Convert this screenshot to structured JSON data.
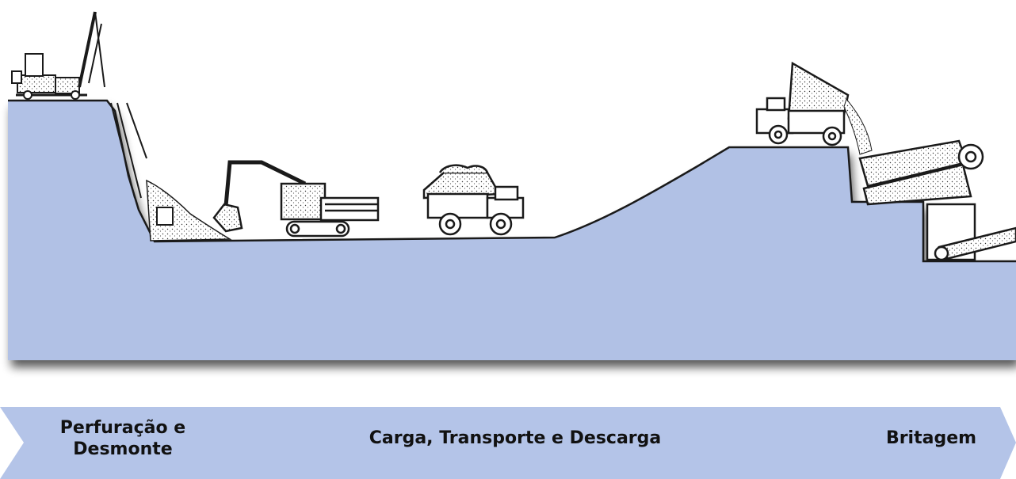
{
  "colors": {
    "ground": "#b1c1e5",
    "ground_shadow": "#4a4a4a",
    "banner": "#b4c4e8",
    "outline": "#1a1a1a",
    "text": "#111111"
  },
  "icons": [
    "drill-rig-icon",
    "blast-hole-icon",
    "hydraulic-excavator-icon",
    "loaded-haul-truck-icon",
    "dumping-haul-truck-icon",
    "crusher-icon",
    "conveyor-belt-icon"
  ],
  "stages": [
    {
      "label_line1": "Perfuração e",
      "label_line2": "Desmonte"
    },
    {
      "label": "Carga, Transporte e Descarga"
    },
    {
      "label": "Britagem"
    }
  ]
}
